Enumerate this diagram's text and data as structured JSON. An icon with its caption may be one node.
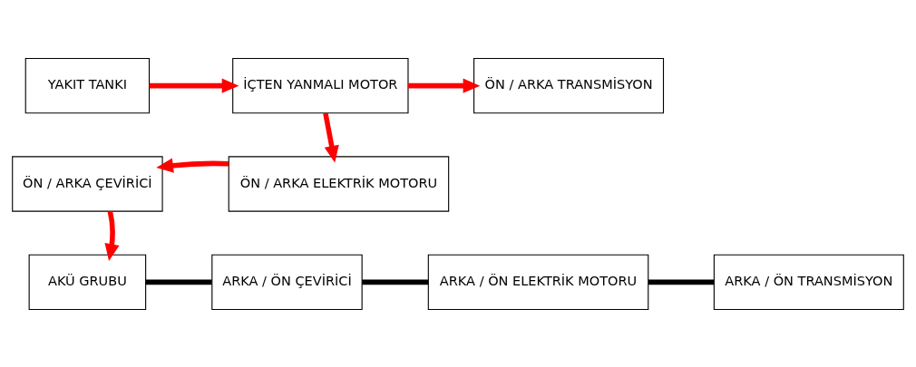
{
  "diagram": {
    "nodes": [
      {
        "text": [
          "YAKIT TANKI"
        ]
      },
      {
        "text": [
          "İÇTEN YANMALI MOTOR"
        ]
      },
      {
        "text": [
          "ÖN / ARKA TRANSMİSYON"
        ]
      },
      {
        "text": [
          "ÖN / ARKA ÇEVİRİCİ"
        ]
      },
      {
        "text": [
          "ÖN / ARKA ELEKTRİK MOTORU"
        ]
      },
      {
        "text": [
          "AKÜ GRUBU"
        ]
      },
      {
        "text": [
          "ARKA / ÖN ÇEVİRİCİ"
        ]
      },
      {
        "text": [
          "ARKA / ÖN ELEKTRİK MOTORU"
        ]
      },
      {
        "text": [
          "ARKA / ÖN TRANSMİSYON"
        ]
      }
    ],
    "edges": [
      {
        "from": 0,
        "to": 1,
        "arrow": "to"
      },
      {
        "from": 1,
        "to": 2,
        "arrow": "to"
      },
      {
        "from": 1,
        "to": 4,
        "arrow": "to"
      },
      {
        "from": 4,
        "to": 3,
        "arrow": "to"
      },
      {
        "from": 3,
        "to": 5,
        "arrow": "to"
      },
      {
        "from": 5,
        "to": 6,
        "arrow": "none",
        "color": "#000000"
      },
      {
        "from": 6,
        "to": 7,
        "arrow": "none",
        "color": "#000000"
      },
      {
        "from": 7,
        "to": 8,
        "arrow": "none",
        "color": "#000000"
      }
    ]
  }
}
